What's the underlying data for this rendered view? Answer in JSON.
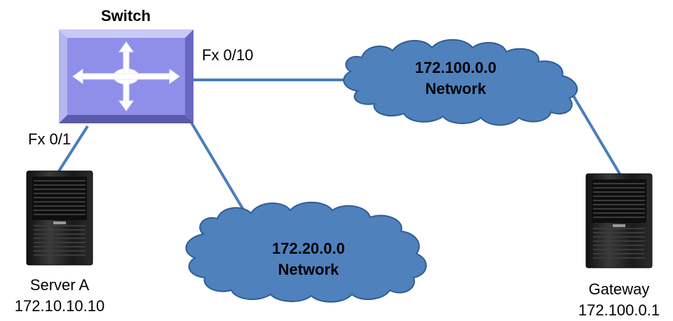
{
  "switch": {
    "label": "Switch"
  },
  "ports": {
    "fx_0_10": "Fx 0/10",
    "fx_0_1": "Fx 0/1"
  },
  "network_a": {
    "line1": "172.100.0.0",
    "line2": "Network"
  },
  "network_b": {
    "line1": "172.20.0.0",
    "line2": "Network"
  },
  "server_a": {
    "name": "Server A",
    "ip": "172.10.10.10"
  },
  "gateway": {
    "name": "Gateway",
    "ip": "172.100.0.1"
  },
  "colors": {
    "link": "#4a7ebb",
    "cloud_fill": "#4f81bd",
    "cloud_stroke": "#2f5d93",
    "switch_face": "#8f8fea",
    "switch_bevel": "#c9c9f5",
    "switch_dark": "#5c5cb0",
    "server_body": "#222222"
  },
  "icons": {
    "switch": "switch-icon",
    "server": "server-icon",
    "cloud": "cloud-icon"
  }
}
